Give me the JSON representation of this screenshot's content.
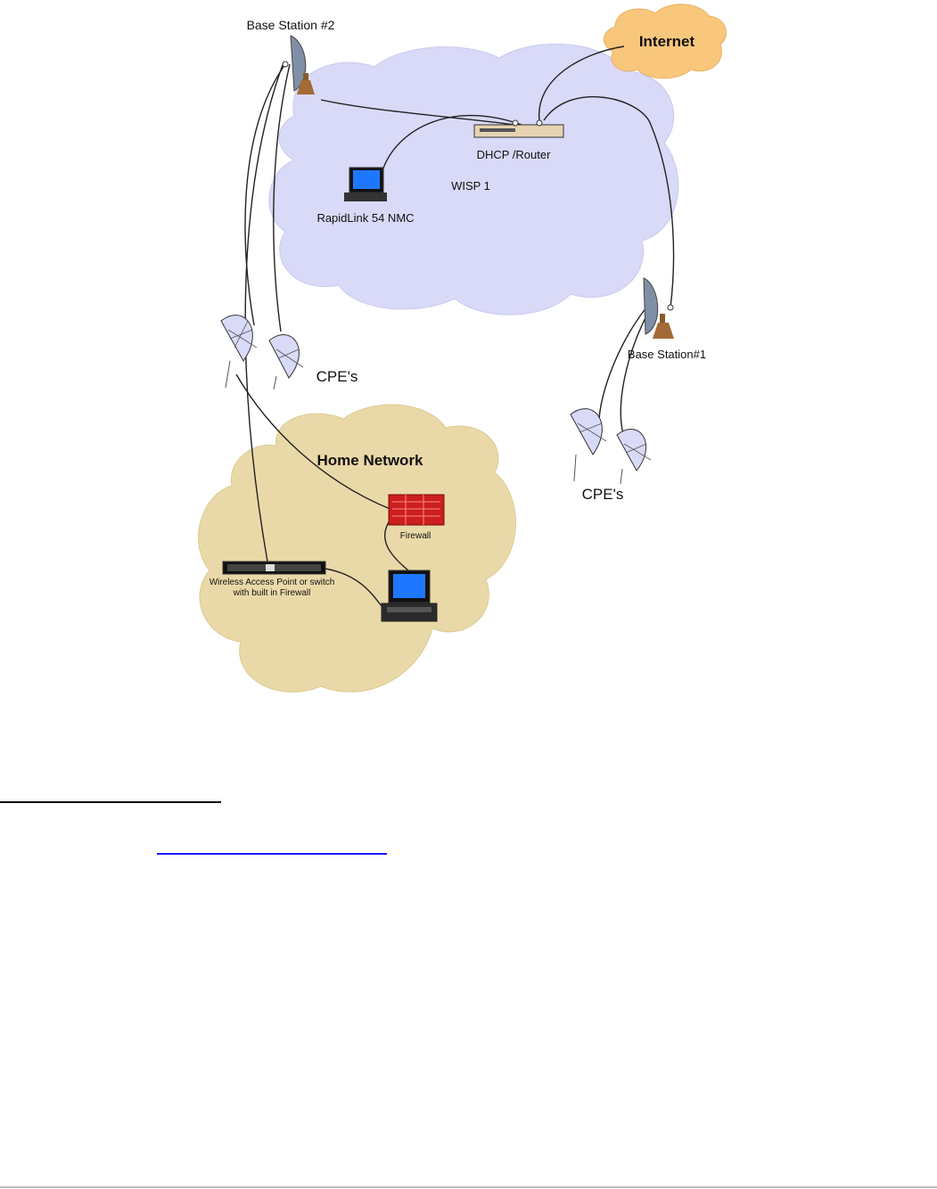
{
  "diagram": {
    "labels": {
      "internet": "Internet",
      "base_station_2": "Base Station #2",
      "dhcp_router": "DHCP /Router",
      "wisp": "WISP 1",
      "nmc": "RapidLink 54 NMC",
      "base_station_1": "Base Station#1",
      "cpe_left": "CPE's",
      "cpe_right": "CPE's",
      "home_network": "Home Network",
      "firewall": "Firewall",
      "wap_line1": "Wireless Access Point or switch",
      "wap_line2": "with built in Firewall"
    },
    "colors": {
      "wisp_cloud": "#d9d9f8",
      "internet_cloud": "#f9c77c",
      "home_cloud": "#ead9a8",
      "firewall": "#cc1f1f",
      "screen": "#1e78ff"
    }
  },
  "footnote": {
    "rule": "",
    "link": ""
  }
}
